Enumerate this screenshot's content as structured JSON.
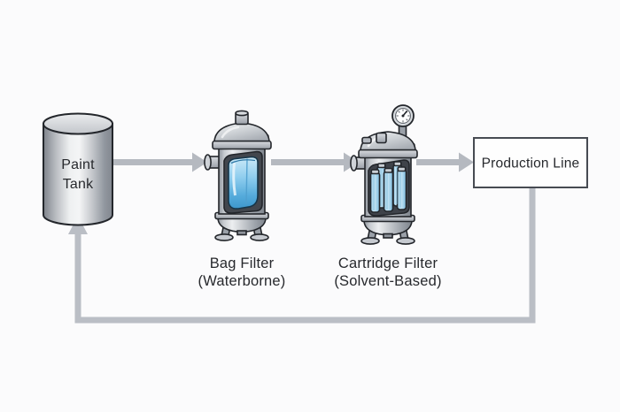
{
  "diagram": {
    "type": "process-flow",
    "nodes": {
      "paint_tank": {
        "label_line1": "Paint",
        "label_line2": "Tank"
      },
      "bag_filter": {
        "label": "Bag Filter",
        "sublabel": "(Waterborne)"
      },
      "cartridge_filter": {
        "label": "Cartridge Filter",
        "sublabel": "(Solvent-Based)"
      },
      "production_line": {
        "label": "Production Line"
      }
    },
    "connections": [
      {
        "from": "paint_tank",
        "to": "bag_filter",
        "style": "arrow"
      },
      {
        "from": "bag_filter",
        "to": "cartridge_filter",
        "style": "arrow"
      },
      {
        "from": "cartridge_filter",
        "to": "production_line",
        "style": "arrow"
      },
      {
        "from": "production_line",
        "to": "paint_tank",
        "style": "return-loop-arrow"
      }
    ],
    "colors": {
      "background": "#fbfbfc",
      "arrow_gray": "#b5b9c0",
      "return_line_gray": "#babec5",
      "outline": "#23262b",
      "vessel_gray": "#c3c7cd",
      "filter_blue": "#6fbde6",
      "text": "#27292d",
      "box_border": "#474b52",
      "box_fill": "#fefefe"
    }
  }
}
